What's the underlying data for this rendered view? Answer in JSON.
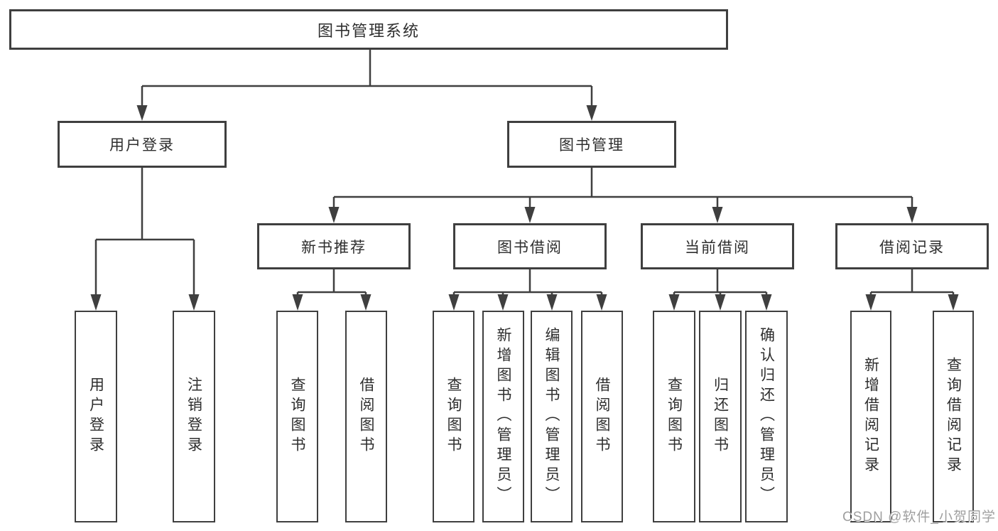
{
  "root": {
    "label": "图书管理系统"
  },
  "branches": [
    {
      "label": "用户登录",
      "children": [
        {
          "label": "用户登录"
        },
        {
          "label": "注销登录"
        }
      ]
    },
    {
      "label": "图书管理",
      "sections": [
        {
          "label": "新书推荐",
          "children": [
            {
              "label": "查询图书"
            },
            {
              "label": "借阅图书"
            }
          ]
        },
        {
          "label": "图书借阅",
          "children": [
            {
              "label": "查询图书"
            },
            {
              "label": "新增图书（管理员）"
            },
            {
              "label": "编辑图书（管理员）"
            },
            {
              "label": "借阅图书"
            }
          ]
        },
        {
          "label": "当前借阅",
          "children": [
            {
              "label": "查询图书"
            },
            {
              "label": "归还图书"
            },
            {
              "label": "确认归还（管理员）"
            }
          ]
        },
        {
          "label": "借阅记录",
          "children": [
            {
              "label": "新增借阅记录"
            },
            {
              "label": "查询借阅记录"
            }
          ]
        }
      ]
    }
  ],
  "watermark": {
    "text": "CSDN @软件_小贺同学"
  },
  "colors": {
    "line": "#3f3f3f",
    "text": "#2e2e2e",
    "background": "#ffffff",
    "watermark": "#9f9f9f"
  }
}
